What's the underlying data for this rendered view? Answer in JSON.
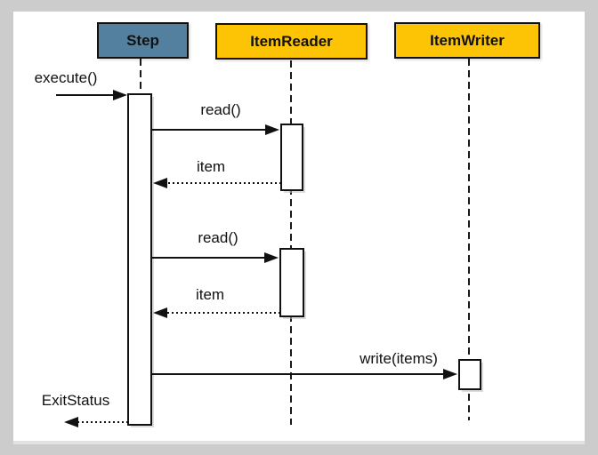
{
  "window": {
    "background_color": "#cccccc",
    "canvas_color": "#ffffff"
  },
  "diagram": {
    "type": "uml-sequence-diagram",
    "actors": [
      {
        "name": "Step",
        "header_color": "#53809f"
      },
      {
        "name": "ItemReader",
        "header_color": "#fcc405"
      },
      {
        "name": "ItemWriter",
        "header_color": "#fcc405"
      }
    ],
    "messages": [
      {
        "label": "execute()",
        "from": "(caller)",
        "to": "Step",
        "line": "solid"
      },
      {
        "label": "read()",
        "from": "Step",
        "to": "ItemReader",
        "line": "solid"
      },
      {
        "label": "item",
        "from": "ItemReader",
        "to": "Step",
        "line": "dotted"
      },
      {
        "label": "read()",
        "from": "Step",
        "to": "ItemReader",
        "line": "solid"
      },
      {
        "label": "item",
        "from": "ItemReader",
        "to": "Step",
        "line": "dotted"
      },
      {
        "label": "write(items)",
        "from": "Step",
        "to": "ItemWriter",
        "line": "solid"
      },
      {
        "label": "ExitStatus",
        "from": "Step",
        "to": "(caller)",
        "line": "dotted"
      }
    ]
  }
}
